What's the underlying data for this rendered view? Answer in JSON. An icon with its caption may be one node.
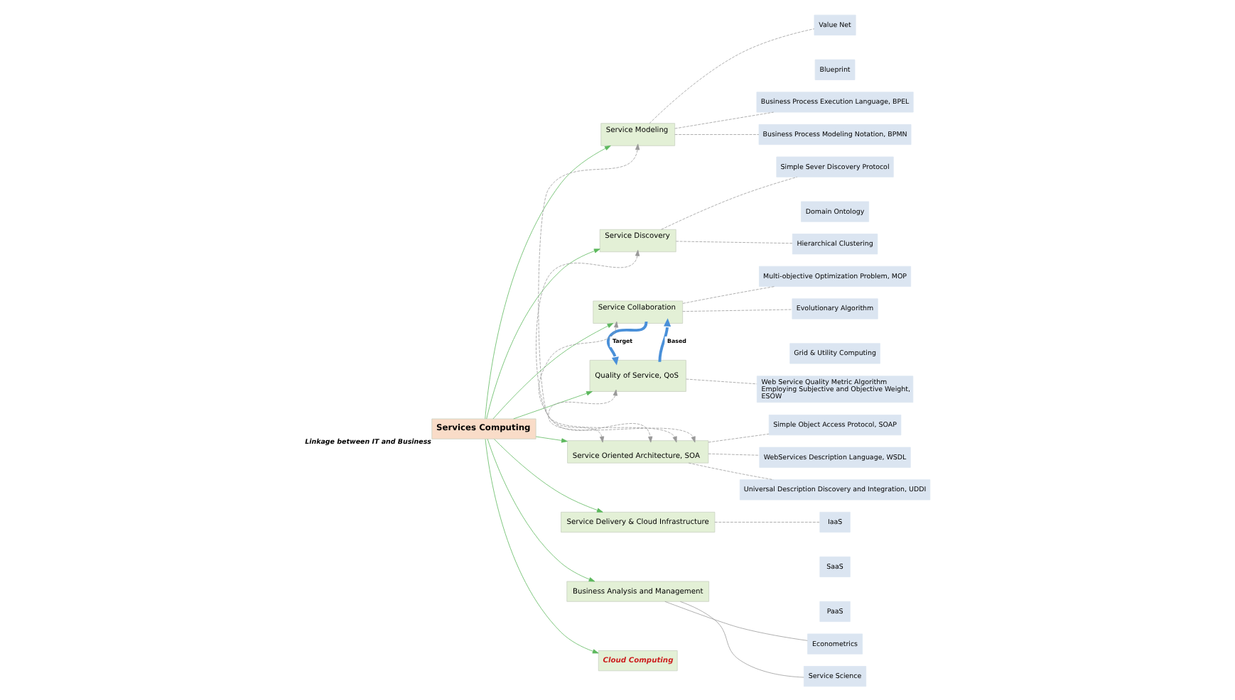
{
  "diagram": {
    "nodes": [
      {
        "text": [
          "Services Computing"
        ],
        "beside": [
          "Linkage between IT and Business"
        ]
      },
      {
        "text": [
          "Service Modeling"
        ]
      },
      {
        "text": [
          "Value Net"
        ]
      },
      {
        "text": [
          "Blueprint"
        ]
      },
      {
        "text": [
          "Business Process Execution Language, BPEL"
        ]
      },
      {
        "text": [
          "Business Process Modeling Notation, BPMN"
        ]
      },
      {
        "text": [
          "Service Discovery"
        ]
      },
      {
        "text": [
          "Simple Sever Discovery Protocol"
        ]
      },
      {
        "text": [
          "Domain Ontology"
        ]
      },
      {
        "text": [
          "Hierarchical Clustering"
        ]
      },
      {
        "text": [
          "Service Collaboration"
        ]
      },
      {
        "text": [
          "Multi-objective Optimization Problem, MOP"
        ]
      },
      {
        "text": [
          "Evolutionary Algorithm"
        ]
      },
      {
        "text": [
          "Grid & Utility Computing"
        ]
      },
      {
        "text": [
          "Quality of Service, QoS"
        ]
      },
      {
        "text": [
          "Web Service Quality Metric Algorithm Employing Subjective and Objective Weight, ESOW"
        ]
      },
      {
        "text": [
          "Service Oriented Architecture, SOA"
        ]
      },
      {
        "text": [
          "Simple Object Access Protocol, SOAP"
        ]
      },
      {
        "text": [
          "WebServices Description Language, WSDL"
        ]
      },
      {
        "text": [
          "Universal Description Discovery and Integration, UDDI"
        ]
      },
      {
        "text": [
          "Service Delivery & Cloud Infrastructure"
        ]
      },
      {
        "text": [
          "IaaS"
        ]
      },
      {
        "text": [
          "SaaS"
        ]
      },
      {
        "text": [
          "PaaS"
        ]
      },
      {
        "text": [
          "Business Analysis and Management"
        ]
      },
      {
        "text": [
          "Econometrics"
        ]
      },
      {
        "text": [
          "Service Science"
        ]
      },
      {
        "text": [
          "Cloud Computing"
        ]
      }
    ],
    "edges": [
      {
        "from": 0,
        "to": 1,
        "arrow": "to",
        "color": "#5cb85c"
      },
      {
        "from": 0,
        "to": 6,
        "arrow": "to",
        "color": "#5cb85c"
      },
      {
        "from": 0,
        "to": 10,
        "arrow": "to",
        "color": "#5cb85c"
      },
      {
        "from": 0,
        "to": 14,
        "arrow": "to",
        "color": "#5cb85c"
      },
      {
        "from": 0,
        "to": 16,
        "arrow": "to",
        "color": "#5cb85c"
      },
      {
        "from": 0,
        "to": 20,
        "arrow": "to",
        "color": "#5cb85c"
      },
      {
        "from": 0,
        "to": 24,
        "arrow": "to",
        "color": "#5cb85c"
      },
      {
        "from": 0,
        "to": 27,
        "arrow": "to",
        "color": "#5cb85c"
      },
      {
        "from": 1,
        "to": 2,
        "arrow": "none",
        "style": "dashed"
      },
      {
        "from": 1,
        "to": 4,
        "arrow": "none",
        "style": "dashed"
      },
      {
        "from": 1,
        "to": 5,
        "arrow": "none",
        "style": "dashed"
      },
      {
        "from": 6,
        "to": 7,
        "arrow": "none",
        "style": "dashed"
      },
      {
        "from": 6,
        "to": 9,
        "arrow": "none",
        "style": "dashed"
      },
      {
        "from": 10,
        "to": 11,
        "arrow": "none",
        "style": "dashed"
      },
      {
        "from": 10,
        "to": 12,
        "arrow": "none",
        "style": "dashed"
      },
      {
        "from": 14,
        "to": 15,
        "arrow": "none",
        "style": "dashed"
      },
      {
        "from": 16,
        "to": 17,
        "arrow": "none",
        "style": "dashed"
      },
      {
        "from": 16,
        "to": 18,
        "arrow": "none",
        "style": "dashed"
      },
      {
        "from": 16,
        "to": 19,
        "arrow": "none",
        "style": "dashed"
      },
      {
        "from": 20,
        "to": 21,
        "arrow": "none",
        "style": "dashed"
      },
      {
        "from": 24,
        "to": 25,
        "arrow": "none"
      },
      {
        "from": 24,
        "to": 26,
        "arrow": "none"
      },
      {
        "from": 1,
        "to": 16,
        "arrow": "both",
        "style": "dashed"
      },
      {
        "from": 6,
        "to": 16,
        "arrow": "both",
        "style": "dashed"
      },
      {
        "from": 10,
        "to": 16,
        "arrow": "both",
        "style": "dashed"
      },
      {
        "from": 14,
        "to": 16,
        "arrow": "both",
        "style": "dashed"
      },
      {
        "from": 10,
        "to": 14,
        "arrow": "to",
        "label": "Target",
        "style": "thick",
        "color": "#4a90d9"
      },
      {
        "from": 14,
        "to": 10,
        "arrow": "to",
        "label": "Based",
        "style": "thick",
        "color": "#4a90d9"
      }
    ]
  }
}
